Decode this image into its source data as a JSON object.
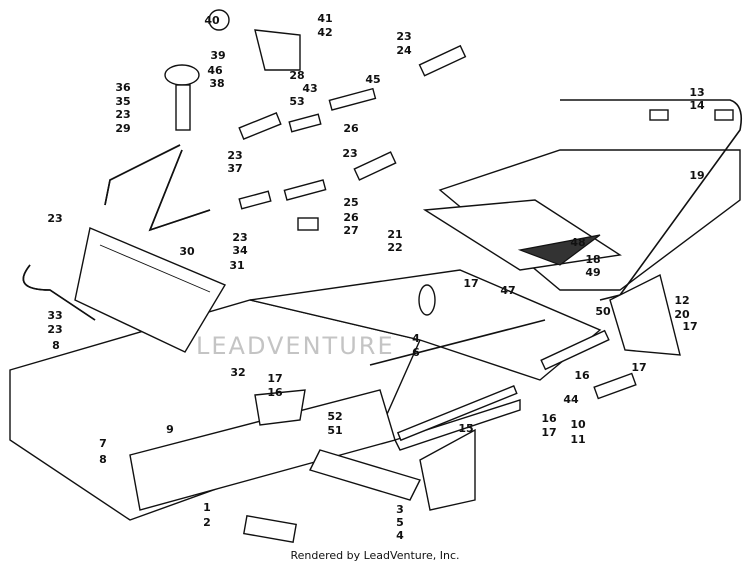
{
  "diagram": {
    "callouts": [
      "40",
      "41",
      "42",
      "39",
      "36",
      "46",
      "38",
      "28",
      "43",
      "45",
      "53",
      "35",
      "23",
      "29",
      "23",
      "24",
      "26",
      "23",
      "37",
      "23",
      "25",
      "26",
      "27",
      "23",
      "34",
      "23",
      "30",
      "31",
      "33",
      "23",
      "8",
      "32",
      "13",
      "14",
      "19",
      "21",
      "22",
      "48",
      "17",
      "47",
      "18",
      "49",
      "12",
      "20",
      "50",
      "17",
      "4",
      "6",
      "16",
      "17",
      "44",
      "10",
      "11",
      "15",
      "16",
      "17",
      "17",
      "16",
      "52",
      "51",
      "9",
      "7",
      "8",
      "1",
      "2",
      "3",
      "5",
      "4"
    ]
  },
  "watermark": "LEADVENTURE",
  "footer": "Rendered by LeadVenture, Inc."
}
